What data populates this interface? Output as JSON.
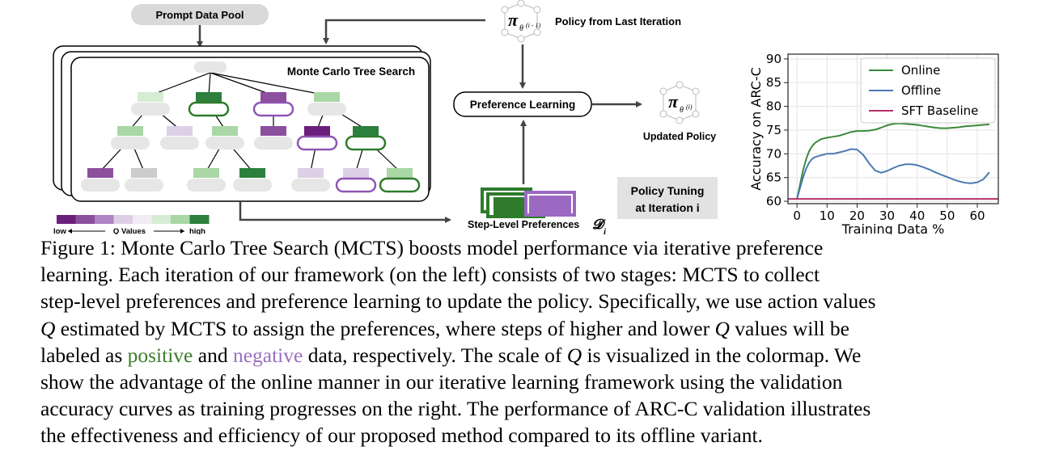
{
  "diagram": {
    "prompt_pool_label": "Prompt Data Pool",
    "mcts_title": "Monte Carlo Tree Search",
    "policy_last_label": "Policy from Last Iteration",
    "preference_learning_label": "Preference Learning",
    "updated_policy_label": "Updated Policy",
    "step_prefs_label": "Step-Level Preferences",
    "policy_tuning_line1": "Policy Tuning",
    "policy_tuning_line2": "at Iteration i",
    "colormap": {
      "title": "Q Values",
      "low": "low",
      "high": "high",
      "colors": [
        "#6a1f7a",
        "#8c4f9e",
        "#ae84c2",
        "#ddd0e6",
        "#f1ecf3",
        "#d5ecd3",
        "#a9d7a5",
        "#2c7f3c"
      ]
    },
    "colors": {
      "positive": "#2e7b2c",
      "negative": "#8f55b5",
      "node_fill": "#e6e6e6",
      "box_fill": "#d9d9d9"
    }
  },
  "chart_data": {
    "type": "line",
    "xlabel": "Training Data %",
    "ylabel": "Accuracy on ARC-C",
    "xlim": [
      -3,
      67
    ],
    "ylim": [
      59.5,
      91
    ],
    "xticks": [
      0,
      10,
      20,
      30,
      40,
      50,
      60
    ],
    "yticks": [
      60,
      65,
      70,
      75,
      80,
      85,
      90
    ],
    "grid": true,
    "legend_position": "top-right",
    "series": [
      {
        "name": "Online",
        "color": "#3a8a3a",
        "x": [
          0,
          1,
          2,
          3,
          4,
          5,
          6,
          8,
          10,
          12,
          14,
          16,
          18,
          20,
          22,
          24,
          26,
          28,
          30,
          32,
          34,
          36,
          38,
          40,
          42,
          44,
          46,
          48,
          50,
          52,
          54,
          56,
          58,
          60,
          62,
          64
        ],
        "y": [
          60.5,
          63.5,
          66.5,
          68.8,
          70.5,
          71.6,
          72.3,
          73.1,
          73.4,
          73.6,
          73.8,
          74.2,
          74.6,
          74.8,
          74.8,
          74.9,
          75.1,
          75.5,
          76.0,
          76.3,
          76.4,
          76.3,
          76.2,
          76.1,
          75.9,
          75.7,
          75.5,
          75.4,
          75.4,
          75.5,
          75.6,
          75.8,
          75.9,
          76.0,
          76.1,
          76.2
        ]
      },
      {
        "name": "Offline",
        "color": "#4a7bb0",
        "x": [
          0,
          1,
          2,
          3,
          4,
          5,
          6,
          8,
          10,
          12,
          14,
          16,
          18,
          20,
          22,
          24,
          26,
          28,
          30,
          32,
          34,
          36,
          38,
          40,
          42,
          44,
          46,
          48,
          50,
          52,
          54,
          56,
          58,
          60,
          62,
          64
        ],
        "y": [
          60.5,
          62.8,
          65.0,
          66.8,
          68.1,
          68.9,
          69.3,
          69.7,
          70.0,
          70.0,
          70.3,
          70.6,
          71.0,
          70.9,
          69.8,
          68.0,
          66.5,
          66.0,
          66.4,
          67.0,
          67.5,
          67.8,
          67.8,
          67.6,
          67.2,
          66.7,
          66.1,
          65.6,
          65.1,
          64.6,
          64.2,
          63.9,
          63.8,
          64.0,
          64.6,
          66.1
        ]
      },
      {
        "name": "SFT Baseline",
        "color": "#b5306a",
        "x": [
          -3,
          67
        ],
        "y": [
          60.5,
          60.5
        ]
      }
    ]
  },
  "caption": {
    "lines": [
      [
        {
          "t": "Figure 1: Monte Carlo Tree Search (MCTS) boosts model performance via iterative preference"
        }
      ],
      [
        {
          "t": "learning. Each iteration of our framework (on the left) consists of two stages: MCTS to collect"
        }
      ],
      [
        {
          "t": "step-level preferences and preference learning to update the policy. Specifically, we use action values"
        }
      ],
      [
        {
          "t": "Q",
          "s": "it"
        },
        {
          "t": " estimated by MCTS to assign the preferences, where steps of higher and lower "
        },
        {
          "t": "Q",
          "s": "it"
        },
        {
          "t": " values will be"
        }
      ],
      [
        {
          "t": "labeled as "
        },
        {
          "t": "positive",
          "s": "pos"
        },
        {
          "t": " and "
        },
        {
          "t": "negative",
          "s": "neg"
        },
        {
          "t": " data, respectively. The scale of "
        },
        {
          "t": "Q",
          "s": "it"
        },
        {
          "t": " is visualized in the colormap. We"
        }
      ],
      [
        {
          "t": "show the advantage of the online manner in our iterative learning framework using the validation"
        }
      ],
      [
        {
          "t": "accuracy curves as training progresses on the right. The performance of ARC-C validation illustrates"
        }
      ],
      [
        {
          "t": "the effectiveness and efficiency of our proposed method compared to its offline variant."
        }
      ]
    ]
  }
}
